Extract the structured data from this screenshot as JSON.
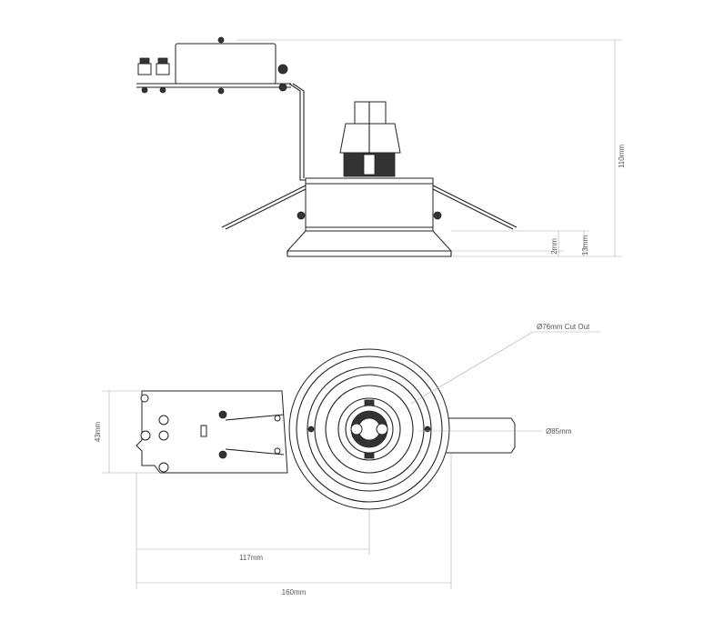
{
  "dimensions": {
    "height_total": "110mm",
    "height_flange": "2mm",
    "height_trim": "13mm",
    "cutout": "Ø76mm Cut Out",
    "diameter": "Ø85mm",
    "box_height": "43mm",
    "length_box_to_center": "117mm",
    "length_total": "160mm"
  }
}
